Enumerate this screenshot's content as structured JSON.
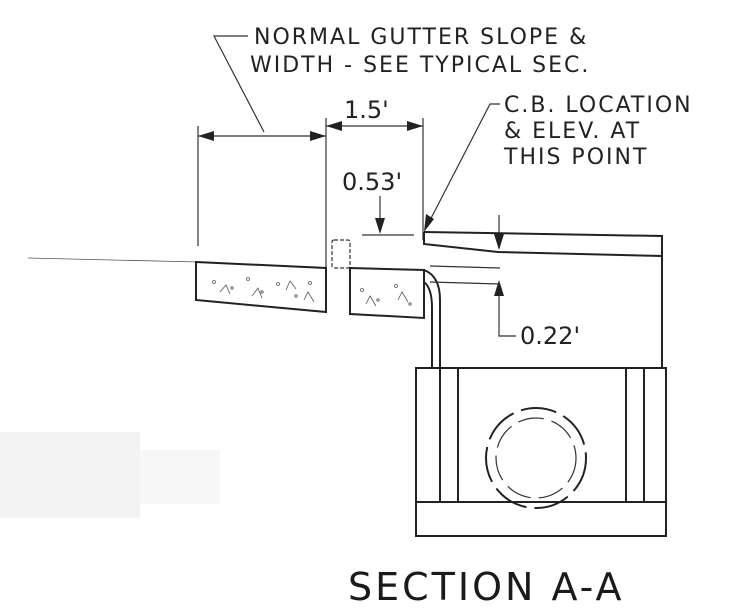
{
  "notes": {
    "gutter_line1": "NORMAL GUTTER SLOPE &",
    "gutter_line2": "WIDTH - SEE TYPICAL SEC.",
    "cb_line1": "C.B. LOCATION",
    "cb_line2": "& ELEV. AT",
    "cb_line3": "THIS POINT"
  },
  "dimensions": {
    "width_1_5": "1.5'",
    "depth_0_53": "0.53'",
    "depth_0_22": "0.22'"
  },
  "title": "SECTION A-A"
}
